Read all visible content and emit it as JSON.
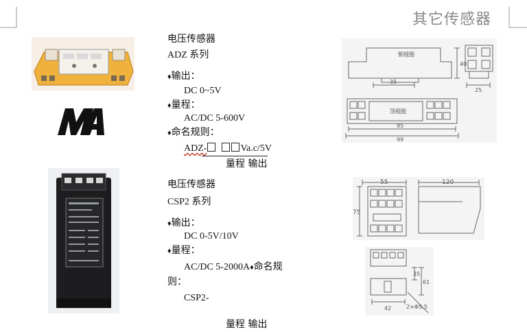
{
  "header": {
    "title": "其它传感器"
  },
  "logo": {
    "text": "MA",
    "icon": "ma-certification-mark"
  },
  "adz": {
    "heading": "电压传感器",
    "series": "ADZ 系列",
    "output_label": "输出：",
    "output_value": "DC 0~5V",
    "range_label": "量程：",
    "range_value": "AC/DC 5-600V",
    "naming_label": "命名规则：",
    "naming_prefix": "ADZ-",
    "naming_suffix": "Va.c/5V",
    "naming_caption": "量程  输出",
    "drawing": {
      "front_label": "侧视图",
      "top_label": "顶视图",
      "dim_35": "35",
      "dim_40": "40",
      "dim_25": "25",
      "dim_95": "95",
      "dim_99": "99"
    }
  },
  "csp2": {
    "heading": "电压传感器",
    "series": "CSP2 系列",
    "output_label": "输出：",
    "output_value": "DC 0-5V/10V",
    "range_label": "量程：",
    "range_value": "AC/DC 5-2000A",
    "naming_label": "命名规",
    "naming_label_cont": "则：",
    "naming_prefix": "CSP2-",
    "naming_caption": "量程  输出",
    "drawing": {
      "dim_55": "55",
      "dim_120": "120",
      "dim_75": "75",
      "dim_35": "35",
      "dim_61": "61",
      "dim_42": "42",
      "dim_hole": "2×Φ5.5"
    }
  },
  "colors": {
    "title_gray": "#8a8a8a",
    "module_yellow": "#f0b23c",
    "module_black": "#1d1d1f"
  }
}
